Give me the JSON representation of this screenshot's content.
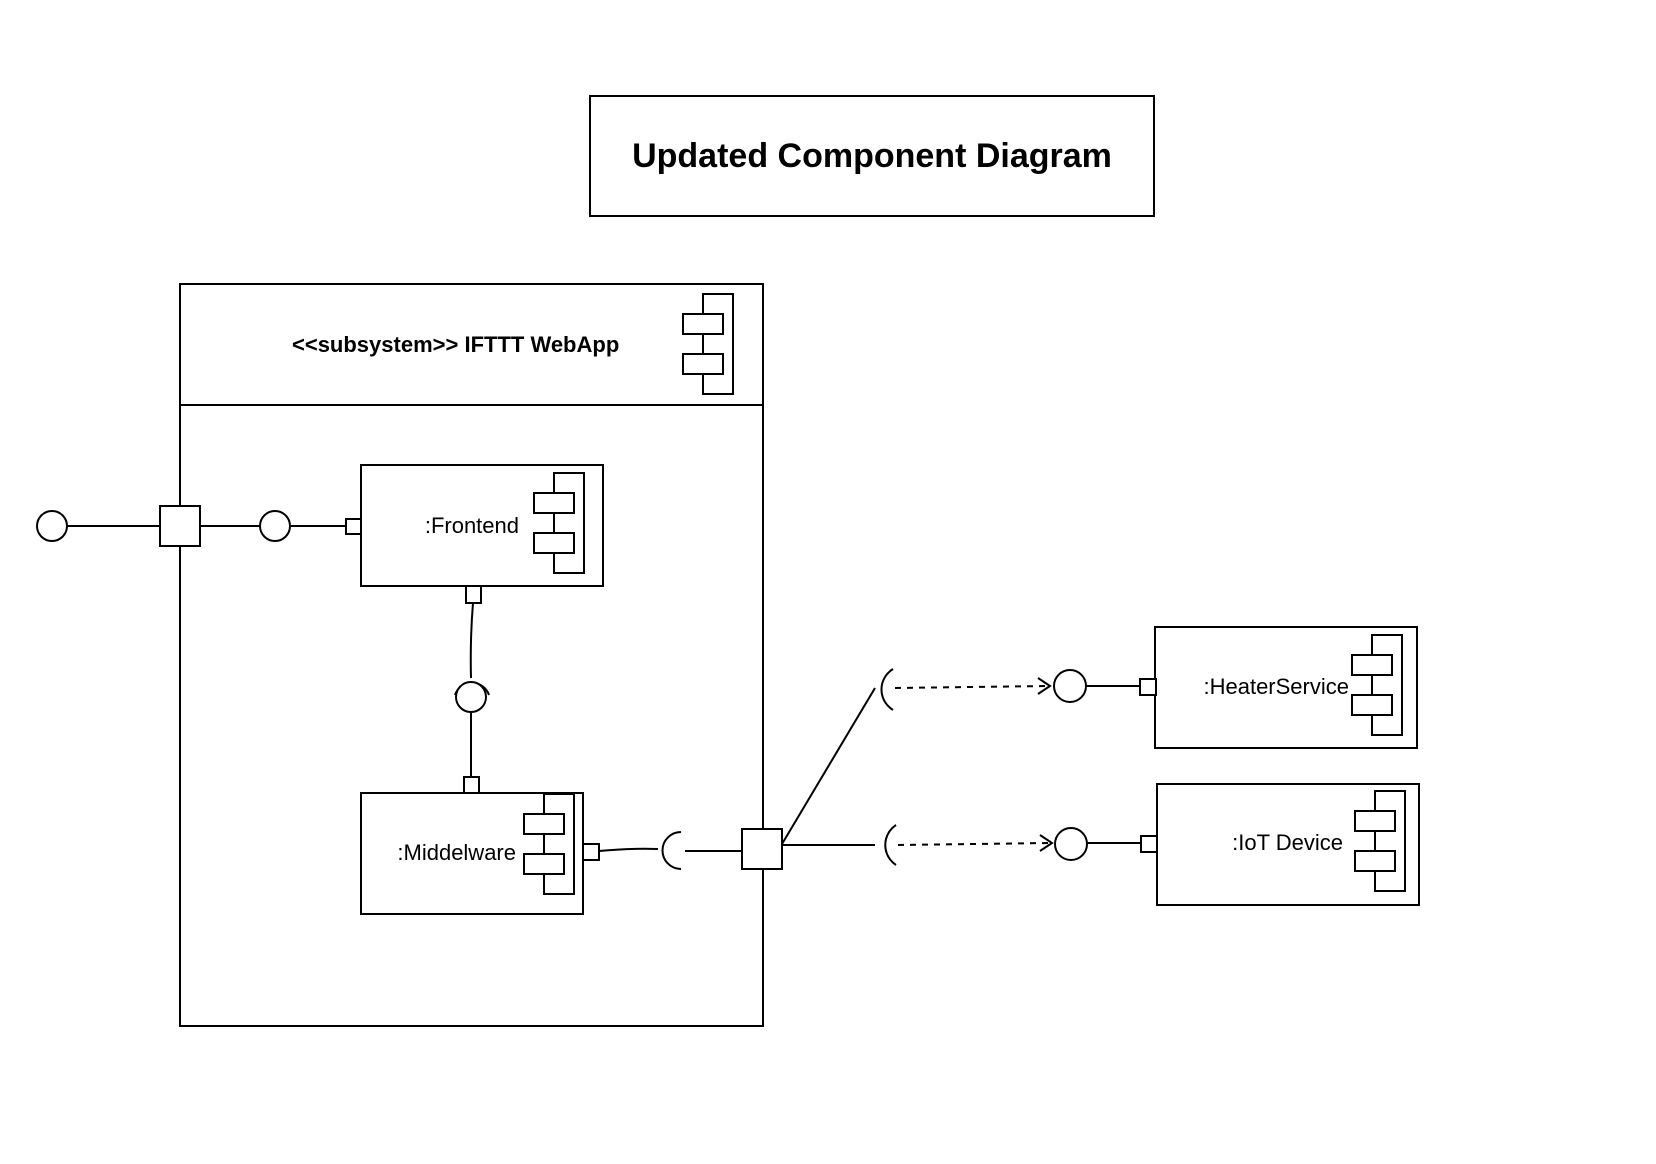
{
  "diagram": {
    "title": "Updated Component Diagram",
    "subsystem": {
      "stereotype": "<<subsystem>>",
      "name": "IFTTT WebApp"
    },
    "components": {
      "frontend": ":Frontend",
      "middleware": ":Middelware",
      "heater_service": ":HeaterService",
      "iot_device": ":IoT Device"
    }
  }
}
